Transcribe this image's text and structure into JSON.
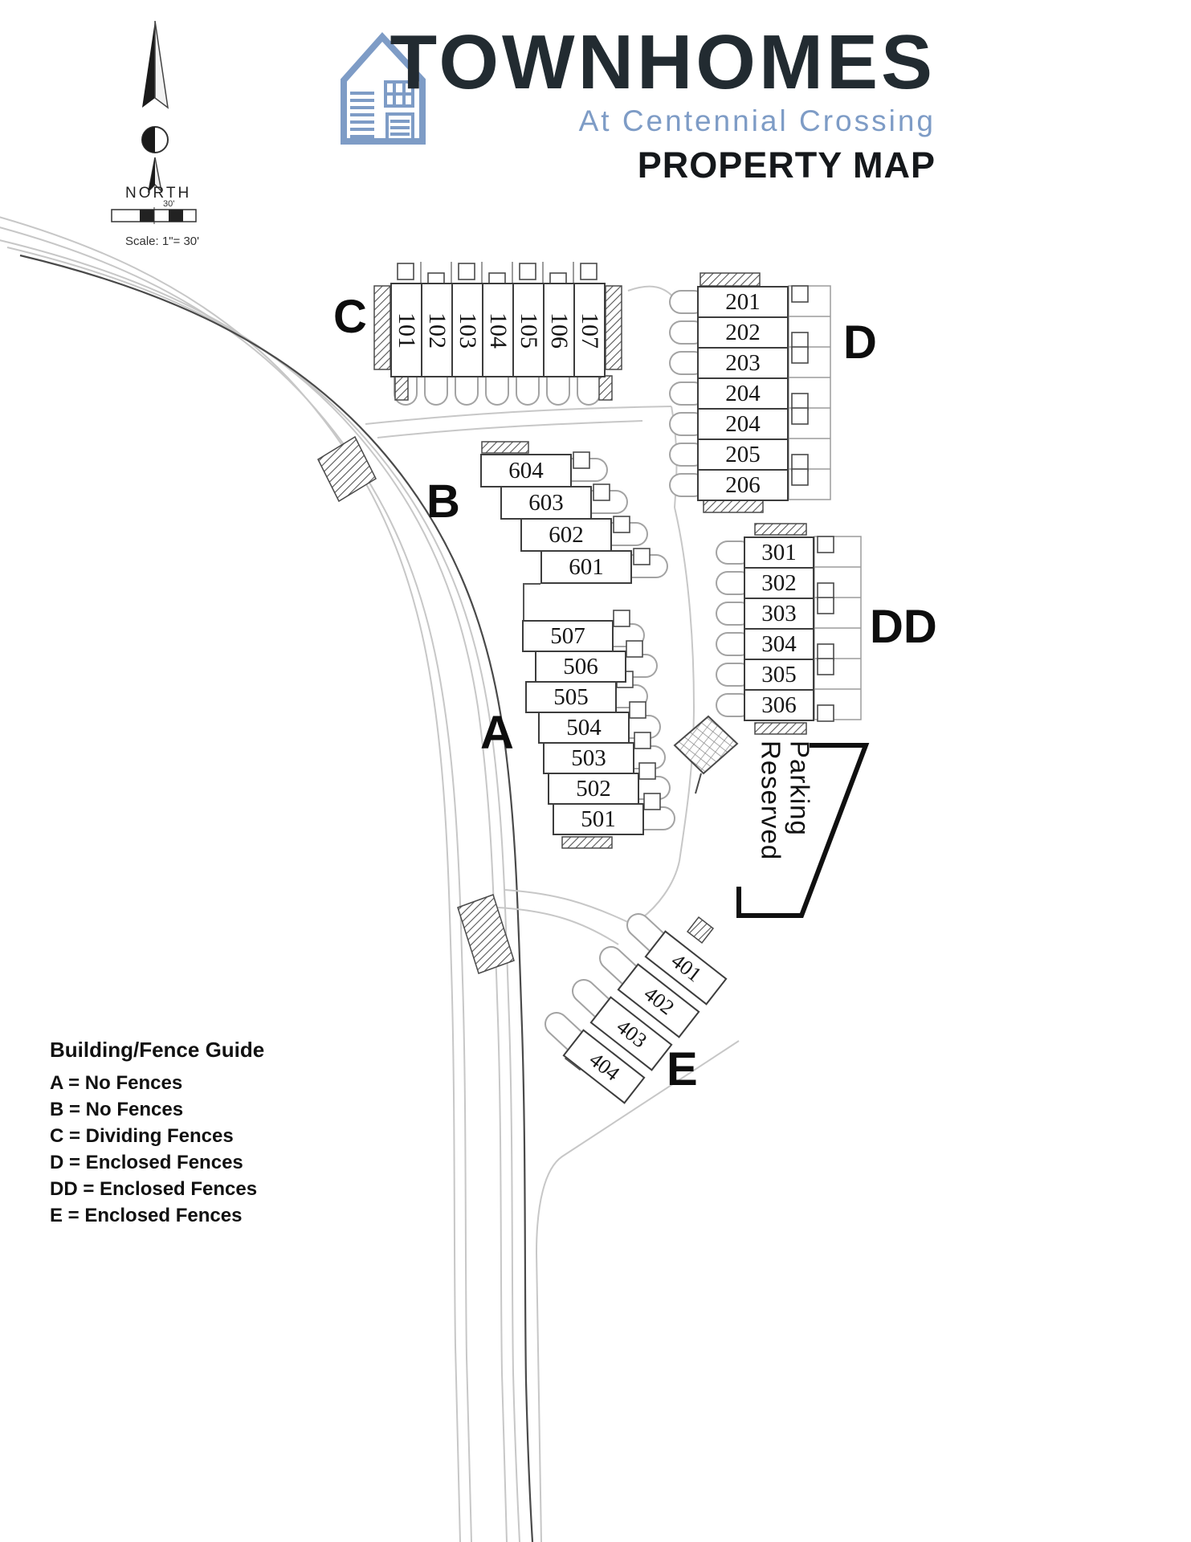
{
  "header": {
    "title": "TOWNHOMES",
    "subtitle": "At Centennial Crossing",
    "map_label": "PROPERTY MAP"
  },
  "compass": {
    "north_label": "NORTH",
    "scale_label": "Scale: 1\"= 30'",
    "scale_tick": "30'"
  },
  "buildings": {
    "c": {
      "label": "C",
      "units": [
        "101",
        "102",
        "103",
        "104",
        "105",
        "106",
        "107"
      ]
    },
    "d": {
      "label": "D",
      "units": [
        "201",
        "202",
        "203",
        "204",
        "204",
        "205",
        "206"
      ]
    },
    "b": {
      "label": "B",
      "units": [
        "604",
        "603",
        "602",
        "601"
      ]
    },
    "dd": {
      "label": "DD",
      "units": [
        "301",
        "302",
        "303",
        "304",
        "305",
        "306"
      ]
    },
    "a": {
      "label": "A",
      "units": [
        "507",
        "506",
        "505",
        "504",
        "503",
        "502",
        "501"
      ]
    },
    "e": {
      "label": "E",
      "units": [
        "401",
        "402",
        "403",
        "404"
      ]
    }
  },
  "parking": {
    "line1": "Reserved",
    "line2": "Parking"
  },
  "legend": {
    "title": "Building/Fence Guide",
    "items": [
      "A = No Fences",
      "B = No Fences",
      "C = Dividing Fences",
      "D = Enclosed Fences",
      "DD = Enclosed Fences",
      "E = Enclosed Fences"
    ]
  },
  "colors": {
    "brand_blue": "#7e9cc6",
    "ink": "#222b31"
  }
}
